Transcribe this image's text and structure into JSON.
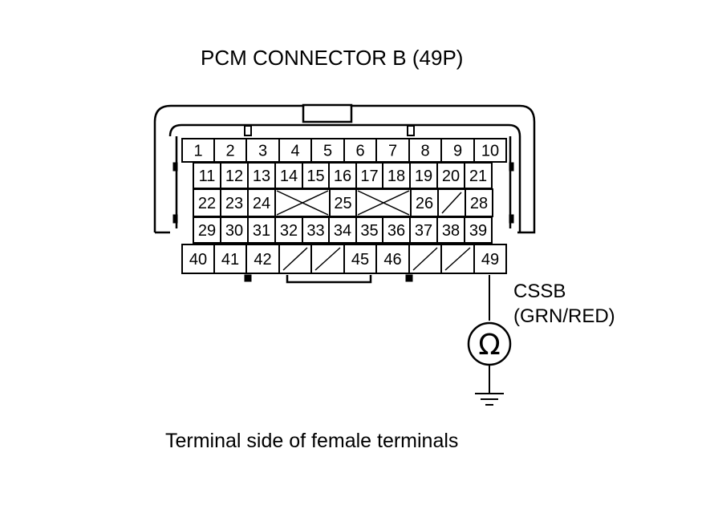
{
  "title": "PCM CONNECTOR B (49P)",
  "caption": "Terminal side of female terminals",
  "meter": {
    "symbol": "Ω",
    "icon": "ohmmeter-icon",
    "circuit": "CSSB",
    "wire_color": "(GRN/RED)",
    "probe_terminal": "49",
    "ground_icon": "ground-icon"
  },
  "connector": {
    "rows": [
      {
        "row": 1,
        "cells": [
          {
            "label": "1"
          },
          {
            "label": "2"
          },
          {
            "label": "3"
          },
          {
            "label": "4"
          },
          {
            "label": "5"
          },
          {
            "label": "6"
          },
          {
            "label": "7"
          },
          {
            "label": "8"
          },
          {
            "label": "9"
          },
          {
            "label": "10"
          }
        ]
      },
      {
        "row": 2,
        "cells": [
          {
            "label": "11"
          },
          {
            "label": "12"
          },
          {
            "label": "13"
          },
          {
            "label": "14"
          },
          {
            "label": "15"
          },
          {
            "label": "16"
          },
          {
            "label": "17"
          },
          {
            "label": "18"
          },
          {
            "label": "19"
          },
          {
            "label": "20"
          },
          {
            "label": "21"
          }
        ]
      },
      {
        "row": 3,
        "cells": [
          {
            "label": "22"
          },
          {
            "label": "23"
          },
          {
            "label": "24"
          },
          {
            "empty": "x"
          },
          {
            "label": "25"
          },
          {
            "empty": "x"
          },
          {
            "label": "26"
          },
          {
            "empty": "slash"
          },
          {
            "label": "28"
          }
        ]
      },
      {
        "row": 4,
        "cells": [
          {
            "label": "29"
          },
          {
            "label": "30"
          },
          {
            "label": "31"
          },
          {
            "label": "32"
          },
          {
            "label": "33"
          },
          {
            "label": "34"
          },
          {
            "label": "35"
          },
          {
            "label": "36"
          },
          {
            "label": "37"
          },
          {
            "label": "38"
          },
          {
            "label": "39"
          }
        ]
      },
      {
        "row": 5,
        "cells": [
          {
            "label": "40"
          },
          {
            "label": "41"
          },
          {
            "label": "42"
          },
          {
            "empty": "slash"
          },
          {
            "empty": "slash"
          },
          {
            "label": "45"
          },
          {
            "label": "46"
          },
          {
            "empty": "slash"
          },
          {
            "empty": "slash"
          },
          {
            "label": "49"
          }
        ]
      }
    ]
  }
}
